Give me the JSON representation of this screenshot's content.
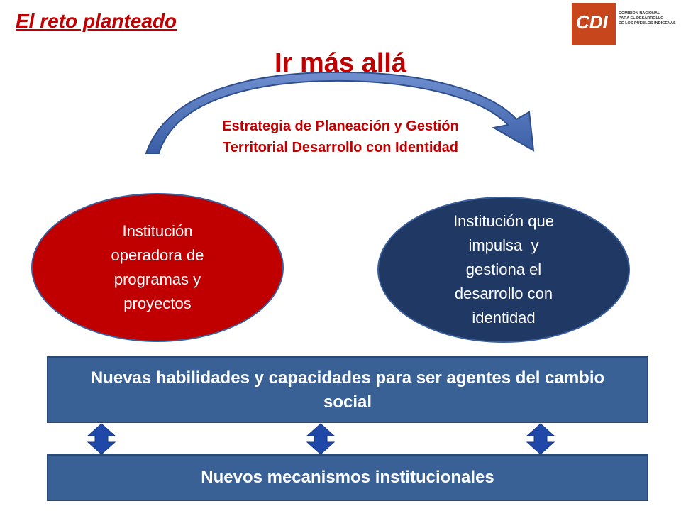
{
  "heading": "El reto planteado",
  "title": "Ir más allá",
  "logo": {
    "letters": "CDI",
    "lines": [
      "COMISIÓN NACIONAL",
      "PARA EL DESARROLLO",
      "DE LOS PUEBLOS INDÍGENAS"
    ],
    "colors": {
      "primary": "#c8461c",
      "secondary": "#e8a06a"
    }
  },
  "arc_caption": {
    "line1": "Estrategia de Planeación y Gestión",
    "line2": "Territorial Desarrollo con Identidad"
  },
  "left_ellipse": {
    "lines": [
      "Institución",
      "operadora de",
      "programas y",
      "proyectos"
    ],
    "color": "#c00000"
  },
  "right_ellipse": {
    "lines": [
      "Institución que",
      "impulsa  y",
      "gestiona el",
      "desarrollo con",
      "identidad"
    ],
    "color": "#1f3864"
  },
  "band_top": {
    "line1": "Nuevas habilidades y capacidades para ser agentes del cambio",
    "line2": "social"
  },
  "band_bottom": "Nuevos mecanismos institucionales",
  "colors": {
    "accent": "#c00000",
    "band": "#3a6196",
    "arrow": "#1f48a8",
    "arc": "#4f73b8"
  }
}
